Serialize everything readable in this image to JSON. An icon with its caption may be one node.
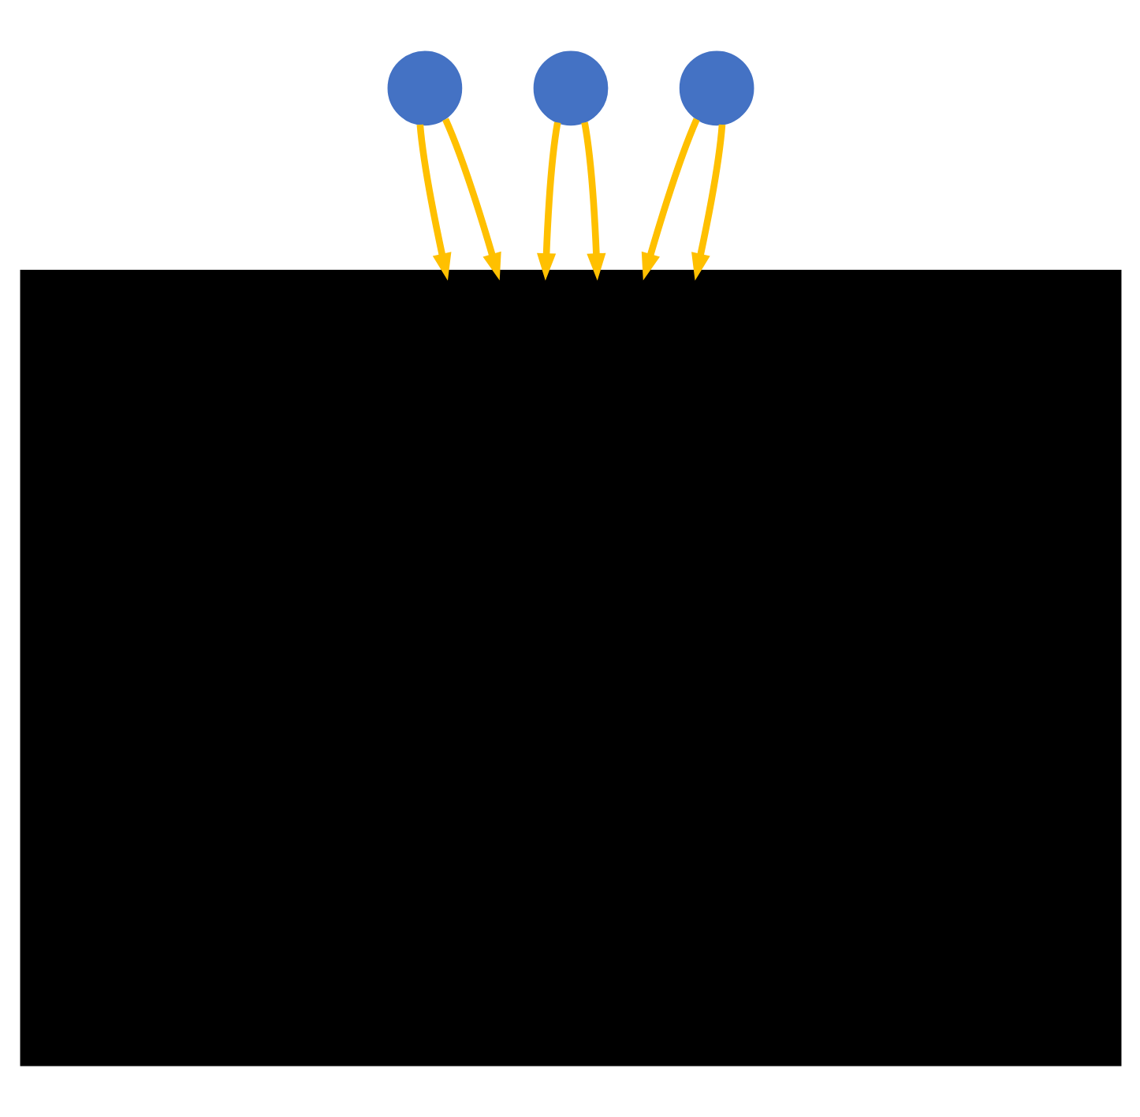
{
  "diagram": {
    "nodes": [
      {
        "text": [],
        "shape": "circle"
      },
      {
        "text": [],
        "shape": "circle"
      },
      {
        "text": [],
        "shape": "circle"
      },
      {
        "text": [],
        "shape": "box"
      }
    ],
    "edges": [
      {
        "from": 0,
        "to": 3,
        "arrow": "to"
      },
      {
        "from": 0,
        "to": 3,
        "arrow": "to"
      },
      {
        "from": 1,
        "to": 3,
        "arrow": "to"
      },
      {
        "from": 1,
        "to": 3,
        "arrow": "to"
      },
      {
        "from": 2,
        "to": 3,
        "arrow": "to"
      },
      {
        "from": 2,
        "to": 3,
        "arrow": "to"
      }
    ]
  }
}
